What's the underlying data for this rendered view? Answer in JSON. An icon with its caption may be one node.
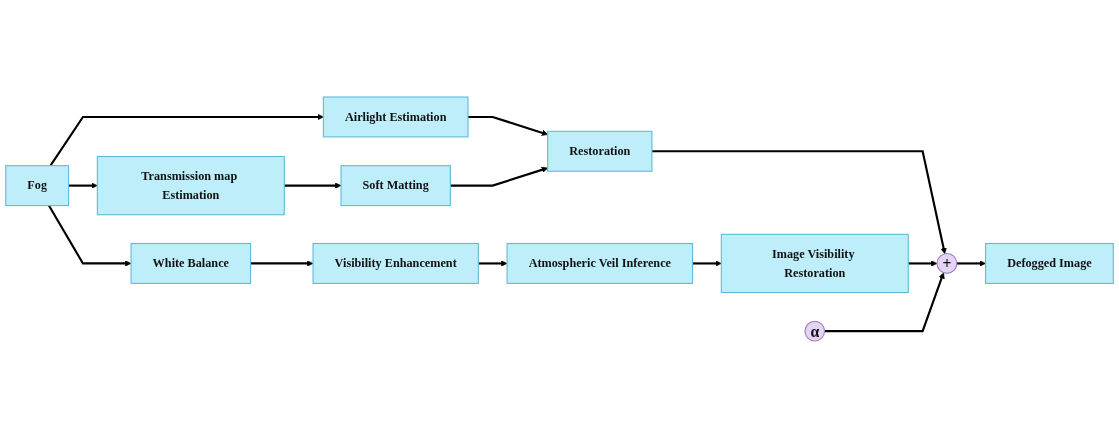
{
  "diagram": {
    "nodes": [
      {
        "text": [
          "Fog"
        ]
      },
      {
        "text": [
          "Airlight Estimation"
        ]
      },
      {
        "text": [
          "Transmission map Estimation"
        ]
      },
      {
        "text": [
          "Soft Matting"
        ]
      },
      {
        "text": [
          "Restoration"
        ]
      },
      {
        "text": [
          "White Balance"
        ]
      },
      {
        "text": [
          "Visibility Enhancement"
        ]
      },
      {
        "text": [
          "Atmospheric Veil Inference"
        ]
      },
      {
        "text": [
          "Image Visibility Restoration"
        ]
      },
      {
        "text": [
          "+"
        ]
      },
      {
        "text": [
          "Defogged Image"
        ]
      },
      {
        "text": [
          "α"
        ]
      }
    ],
    "edges": [
      {
        "from": 0,
        "to": 1,
        "arrow": "to"
      },
      {
        "from": 0,
        "to": 2,
        "arrow": "to"
      },
      {
        "from": 0,
        "to": 5,
        "arrow": "to"
      },
      {
        "from": 1,
        "to": 4,
        "arrow": "to"
      },
      {
        "from": 2,
        "to": 3,
        "arrow": "to"
      },
      {
        "from": 3,
        "to": 4,
        "arrow": "to"
      },
      {
        "from": 4,
        "to": 9,
        "arrow": "to"
      },
      {
        "from": 5,
        "to": 6,
        "arrow": "to"
      },
      {
        "from": 6,
        "to": 7,
        "arrow": "to"
      },
      {
        "from": 7,
        "to": 8,
        "arrow": "to"
      },
      {
        "from": 8,
        "to": 9,
        "arrow": "to"
      },
      {
        "from": 11,
        "to": 9,
        "arrow": "to"
      },
      {
        "from": 9,
        "to": 10,
        "arrow": "to"
      }
    ]
  }
}
